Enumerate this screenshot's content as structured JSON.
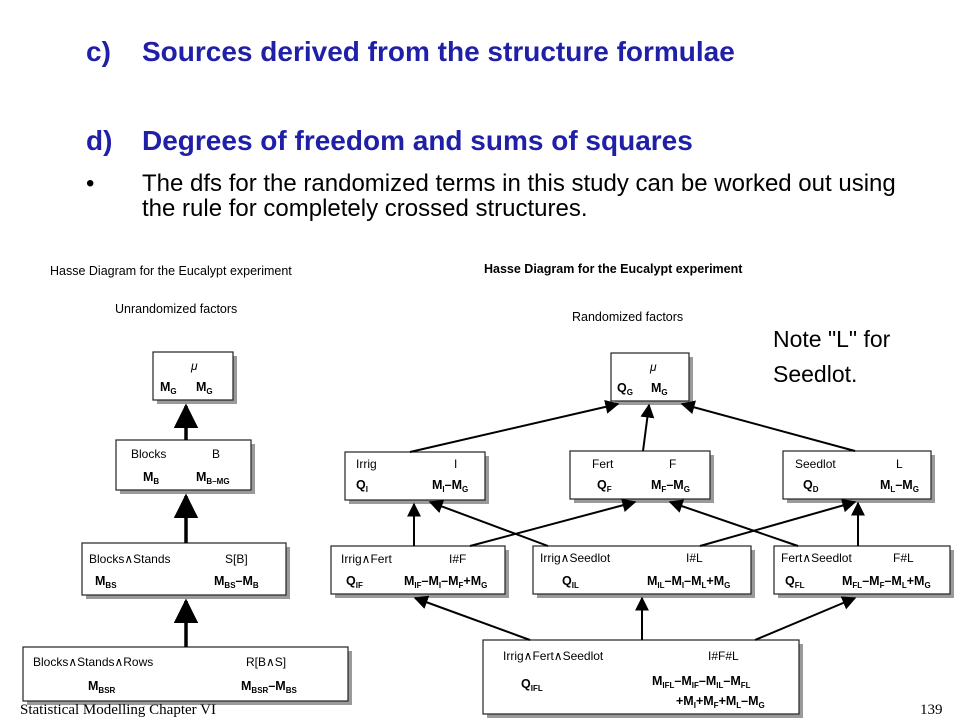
{
  "headings": [
    {
      "label": "c)",
      "text": "Sources derived from the structure formulae"
    },
    {
      "label": "d)",
      "text": "Degrees of freedom and sums of squares"
    }
  ],
  "bullet": {
    "symbol": "•",
    "text": "The dfs for the randomized terms in this study can be worked out using the rule for completely crossed structures."
  },
  "left_diagram": {
    "title": "Hasse Diagram for the Eucalypt experiment",
    "subtitle": "Unrandomized factors",
    "nodes": [
      {
        "name": "μ",
        "source": "",
        "m1": "M",
        "m1sub": "G",
        "m2": "M",
        "m2sub": "G"
      },
      {
        "name": "Blocks",
        "source": "B",
        "m1": "M",
        "m1sub": "B",
        "m2": "M",
        "m2sub": "B–M",
        "m2tail": "G"
      },
      {
        "name": "Blocks∧Stands",
        "source": "S[B]",
        "m1": "M",
        "m1sub": "BS",
        "m2": "M",
        "m2sub": "BS",
        "m2b": "–M",
        "m2bsub": "B"
      },
      {
        "name": "Blocks∧Stands∧Rows",
        "source": "R[B∧S]",
        "m1": "M",
        "m1sub": "BSR",
        "m2": "M",
        "m2sub": "BSR",
        "m2b": "–M",
        "m2bsub": "BS"
      }
    ]
  },
  "right_diagram": {
    "title": "Hasse Diagram for the Eucalypt experiment",
    "subtitle": "Randomized factors",
    "nodes": {
      "mu": {
        "name": "μ",
        "q": "Q",
        "qsub": "G",
        "m": "M",
        "msub": "G"
      },
      "irrig": {
        "name": "Irrig",
        "source": "I",
        "q": "Q",
        "qsub": "I",
        "m": "M",
        "msub": "I",
        "m2": "–M",
        "m2sub": "G"
      },
      "fert": {
        "name": "Fert",
        "source": "F",
        "q": "Q",
        "qsub": "F",
        "m": "M",
        "msub": "F",
        "m2": "–M",
        "m2sub": "G"
      },
      "seedlot": {
        "name": "Seedlot",
        "source": "L",
        "q": "Q",
        "qsub": "D",
        "m": "M",
        "msub": "L",
        "m2": "–M",
        "m2sub": "G"
      },
      "irrigfert": {
        "name": "Irrig∧Fert",
        "source": "I#F",
        "q": "Q",
        "qsub": "IF",
        "expr": "M",
        "exprsub": "IF",
        "rest": "–M",
        "r1": "I",
        "r2": "–M",
        "r2s": "F",
        "r3": "+M",
        "r3s": "G"
      },
      "irrigseed": {
        "name": "Irrig∧Seedlot",
        "source": "I#L",
        "q": "Q",
        "qsub": "IL",
        "expr": "M",
        "exprsub": "IL",
        "rest": "–M",
        "r1": "I",
        "r2": "–M",
        "r2s": "L",
        "r3": "+M",
        "r3s": "G"
      },
      "fertseed": {
        "name": "Fert∧Seedlot",
        "source": "F#L",
        "q": "Q",
        "qsub": "FL",
        "expr": "M",
        "exprsub": "FL",
        "rest": "–M",
        "r1": "F",
        "r2": "–M",
        "r2s": "L",
        "r3": "+M",
        "r3s": "G"
      },
      "ifl": {
        "name": "Irrig∧Fert∧Seedlot",
        "source": "I#F#L",
        "q": "Q",
        "qsub": "IFL",
        "line1": "M",
        "line1sub": "IFL",
        "line1b": "–M",
        "line1bsub": "IF",
        "line1c": "–M",
        "line1csub": "IL",
        "line1d": "–M",
        "line1dsub": "FL",
        "line2": "+M",
        "line2sub": "I",
        "line2b": "+M",
        "line2bsub": "F",
        "line2c": "+M",
        "line2csub": "L",
        "line2d": "–M",
        "line2dsub": "G"
      }
    }
  },
  "note": {
    "line1": "Note \"L\" for",
    "line2": "Seedlot."
  },
  "footer": {
    "left": "Statistical Modelling   Chapter VI",
    "page": "139"
  }
}
